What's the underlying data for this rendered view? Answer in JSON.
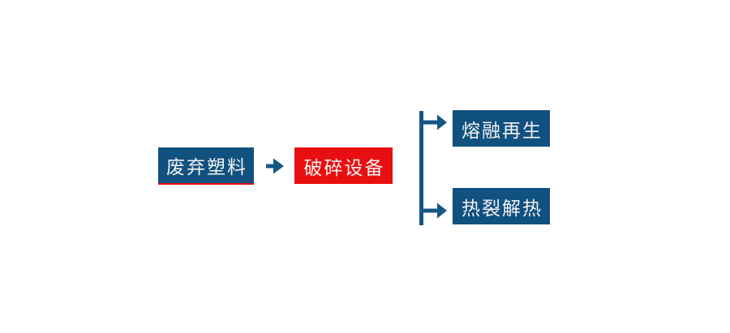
{
  "diagram": {
    "type": "flowchart",
    "background": "#FFFFFF",
    "colors": {
      "node_blue": "#11517F",
      "node_red": "#E90F10",
      "accent_underline": "#E90F10",
      "connector_blue": "#145684",
      "text": "#F2F2F2"
    },
    "nodes": [
      {
        "id": "waste-plastic",
        "label": "废弃塑料",
        "role": "source",
        "fill": "#11517F",
        "underline": "#E90F10"
      },
      {
        "id": "crushing-equipment",
        "label": "破碎设备",
        "role": "process",
        "fill": "#E90F10"
      },
      {
        "id": "melt-regeneration",
        "label": "熔融再生",
        "role": "output",
        "fill": "#11517F"
      },
      {
        "id": "pyrolysis-heat",
        "label": "热裂解热",
        "role": "output",
        "fill": "#11517F"
      }
    ],
    "connectors": [
      {
        "from": "waste-plastic",
        "to": "crushing-equipment",
        "style": "arrow-right"
      },
      {
        "from": "crushing-equipment",
        "to": "melt-regeneration",
        "style": "branch-arrow"
      },
      {
        "from": "crushing-equipment",
        "to": "pyrolysis-heat",
        "style": "branch-arrow"
      }
    ]
  }
}
